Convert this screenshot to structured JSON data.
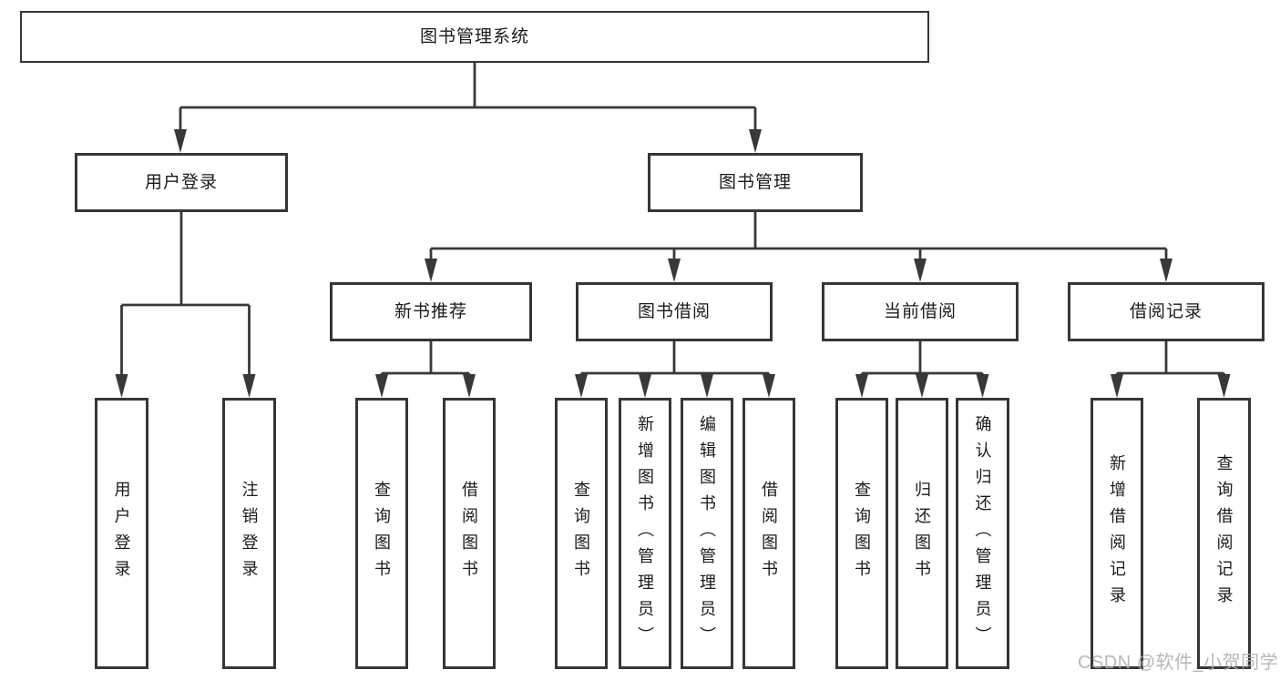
{
  "diagram": {
    "root": {
      "label": "图书管理系统"
    },
    "login_branch": {
      "label": "用户登录",
      "children": [
        {
          "label": "用户登录"
        },
        {
          "label": "注销登录"
        }
      ]
    },
    "mgmt_branch": {
      "label": "图书管理",
      "sections": [
        {
          "label": "新书推荐",
          "children": [
            {
              "label": "查询图书"
            },
            {
              "label": "借阅图书"
            }
          ]
        },
        {
          "label": "图书借阅",
          "children": [
            {
              "label": "查询图书"
            },
            {
              "label": "新增图书（管理员）"
            },
            {
              "label": "编辑图书（管理员）"
            },
            {
              "label": "借阅图书"
            }
          ]
        },
        {
          "label": "当前借阅",
          "children": [
            {
              "label": "查询图书"
            },
            {
              "label": "归还图书"
            },
            {
              "label": "确认归还（管理员）"
            }
          ]
        },
        {
          "label": "借阅记录",
          "children": [
            {
              "label": "新增借阅记录"
            },
            {
              "label": "查询借阅记录"
            }
          ]
        }
      ]
    }
  },
  "watermark": {
    "text": "CSDN @软件_小贺同学"
  },
  "colors": {
    "line": "#383838",
    "box_border": "#363636",
    "text": "#1a1a1a",
    "background": "#ffffff",
    "watermark": "#adadad"
  }
}
